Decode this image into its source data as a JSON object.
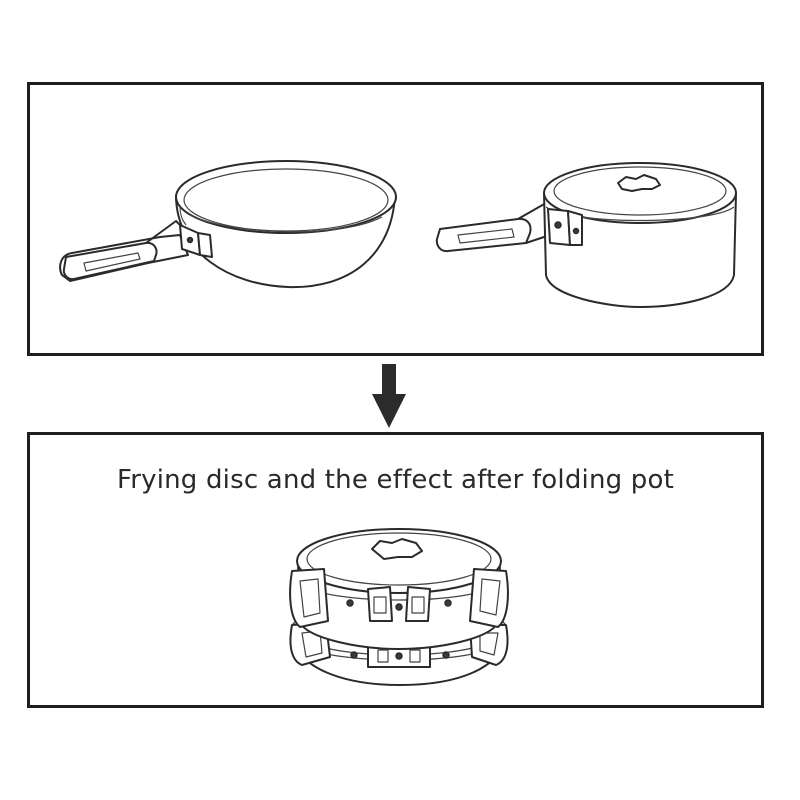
{
  "top_panel": {
    "items": [
      "frying-pan-illustration",
      "pot-with-lid-illustration"
    ]
  },
  "arrow": {
    "direction": "down",
    "icon": "arrow-down-icon"
  },
  "bottom_panel": {
    "caption": "Frying disc and the effect after folding pot",
    "items": [
      "nested-cookware-illustration"
    ]
  },
  "colors": {
    "line": "#2b2b2b",
    "background": "#ffffff"
  }
}
